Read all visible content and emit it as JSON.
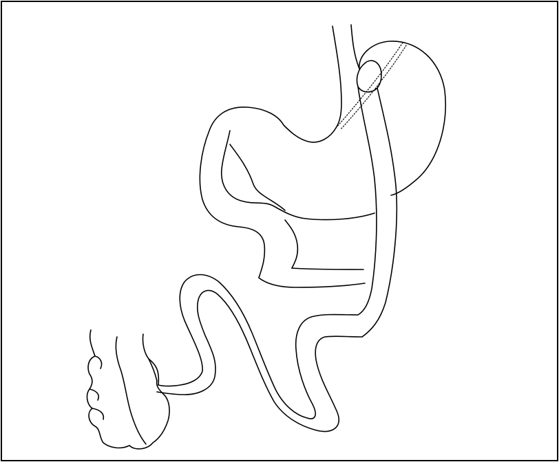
{
  "diagram": {
    "type": "line-drawing",
    "line_color": "#000000",
    "background_color": "#ffffff",
    "parts": [
      "outer-frame",
      "esophagus",
      "gastric-pouch",
      "bypassed-stomach-remnant",
      "roux-limb",
      "biliopancreatic-limb",
      "jejunum-loop",
      "colon"
    ]
  }
}
